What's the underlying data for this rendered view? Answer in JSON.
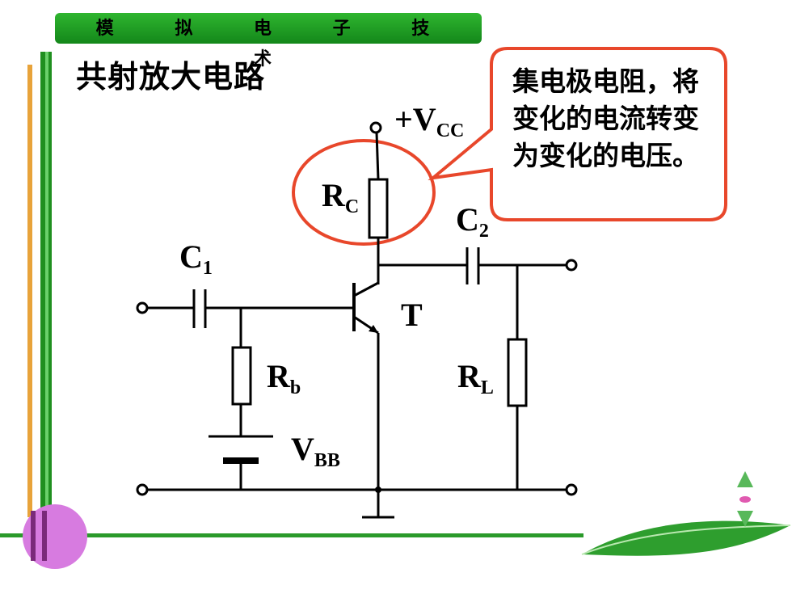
{
  "header": {
    "title": "模 拟 电 子 技 术"
  },
  "slide": {
    "title": "共射放大电路"
  },
  "callout": {
    "text": "集电极电阻，将变化的电流转变为变化的电压。"
  },
  "circuit": {
    "vcc": {
      "prefix": "+V",
      "sub": "CC"
    },
    "rc": {
      "main": "R",
      "sub": "C"
    },
    "c1": {
      "main": "C",
      "sub": "1"
    },
    "c2": {
      "main": "C",
      "sub": "2"
    },
    "transistor": {
      "label": "T"
    },
    "rb": {
      "main": "R",
      "sub": "b"
    },
    "rl": {
      "main": "R",
      "sub": "L"
    },
    "vbb": {
      "main": "V",
      "sub": "BB"
    }
  },
  "colors": {
    "accent_green": "#1a9a1a",
    "callout_border": "#e8472b",
    "circle_red": "#e8472b",
    "deco_magenta": "#d77be0"
  },
  "icons": {
    "nav": "up-down-arrows-icon",
    "leaf": "green-leaf-swoosh"
  }
}
